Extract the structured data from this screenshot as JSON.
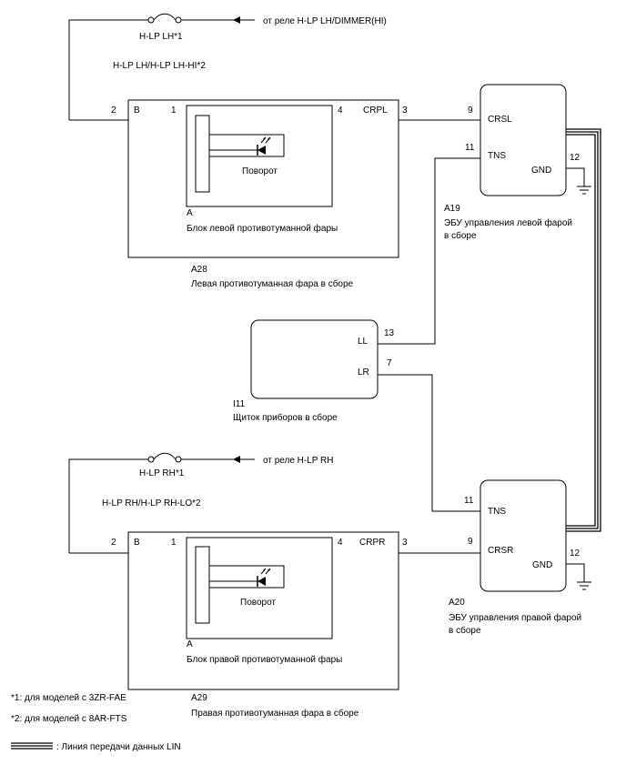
{
  "top": {
    "fuse_label": "H-LP LH*1",
    "source_label": "от реле H-LP LH/DIMMER(HI)",
    "variant_label": "H-LP LH/H-LP LH-HI*2",
    "pins": {
      "b": "2",
      "inner_1": "1",
      "inner_4": "4",
      "out": "3"
    },
    "terminal_b": "B",
    "terminal_crp": "CRPL",
    "terminal_a": "A",
    "lamp_label": "Поворот",
    "inner_name": "Блок левой противотуманной фары",
    "code": "A28",
    "name": "Левая противотуманная фара в сборе"
  },
  "ecu_left": {
    "pin_crs": "9",
    "pin_tns": "11",
    "pin_gnd": "12",
    "crs": "CRSL",
    "tns": "TNS",
    "gnd": "GND",
    "code": "A19",
    "name_line1": "ЭБУ управления левой фарой",
    "name_line2": "в сборе"
  },
  "cluster": {
    "pin_ll": "13",
    "pin_lr": "7",
    "ll": "LL",
    "lr": "LR",
    "code": "I11",
    "name": "Щиток приборов в сборе"
  },
  "bottom": {
    "fuse_label": "H-LP RH*1",
    "source_label": "от реле H-LP RH",
    "variant_label": "H-LP RH/H-LP RH-LO*2",
    "pins": {
      "b": "2",
      "inner_1": "1",
      "inner_4": "4",
      "out": "3"
    },
    "terminal_b": "B",
    "terminal_crp": "CRPR",
    "terminal_a": "A",
    "lamp_label": "Поворот",
    "inner_name": "Блок правой противотуманной фары",
    "code": "A29",
    "name": "Правая противотуманная фара в сборе"
  },
  "ecu_right": {
    "pin_tns": "11",
    "pin_crs": "9",
    "pin_gnd": "12",
    "tns": "TNS",
    "crs": "CRSR",
    "gnd": "GND",
    "code": "A20",
    "name_line1": "ЭБУ управления правой фарой",
    "name_line2": "в сборе"
  },
  "notes": {
    "note1": "*1: для моделей с 3ZR-FAE",
    "note2": "*2: для моделей с 8AR-FTS",
    "lin_legend": ": Линия передачи данных LIN"
  }
}
